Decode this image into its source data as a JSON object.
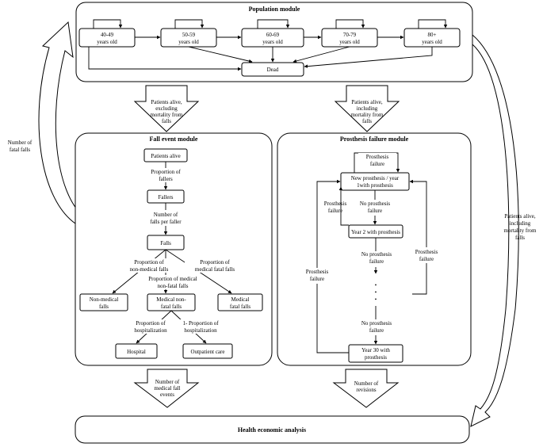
{
  "population": {
    "title": "Population module",
    "ages": [
      "40-49",
      "50-59",
      "60-69",
      "70-79",
      "80+"
    ],
    "age_suffix": "years old",
    "dead": "Dead"
  },
  "arrows": {
    "left_down": [
      "Patients alive,",
      "excluding",
      "mortality from",
      "falls"
    ],
    "right_down": [
      "Patients alive,",
      "including",
      "mortality from",
      "falls"
    ],
    "fatal_falls": [
      "Number of",
      "fatal falls"
    ],
    "right_side": [
      "Patients alive,",
      "including",
      "mortality from",
      "falls"
    ],
    "medical_events": [
      "Number of",
      "medical fall",
      "events"
    ],
    "revisions": [
      "Number of",
      "revisions"
    ]
  },
  "fall": {
    "title": "Fall event module",
    "patients_alive": "Patients alive",
    "prop_fallers": [
      "Proportion of",
      "fallers"
    ],
    "fallers": "Fallers",
    "falls_per_faller": [
      "Number of",
      "falls per faller"
    ],
    "falls": "Falls",
    "prop_non_medical": [
      "Proportion of",
      "non-medical falls"
    ],
    "prop_medical_non_fatal": [
      "Proportion of   medical",
      "non-fatal falls"
    ],
    "prop_medical_fatal": [
      "Proportion of",
      "medical fatal falls"
    ],
    "non_medical": [
      "Non-medical",
      "falls"
    ],
    "medical_non_fatal": [
      "Medical       non-",
      "fatal falls"
    ],
    "medical_fatal": [
      "Medical",
      "fatal falls"
    ],
    "prop_hosp": [
      "Proportion of",
      "hospitalization"
    ],
    "one_minus_hosp": [
      "1- Proportion of",
      "hospitalization"
    ],
    "hospital": "Hospital",
    "outpatient": "Outpatient care"
  },
  "prosthesis": {
    "title": "Prosthesis failure module",
    "failure_top": [
      "Prosthesis",
      "failure"
    ],
    "new_prosthesis": [
      "New prosthesis / year",
      "1with prosthesis"
    ],
    "failure_left": [
      "Prosthesis",
      "failure"
    ],
    "no_failure_1": [
      "No prosthesis",
      "failure"
    ],
    "year2": "Year 2 with prosthesis",
    "no_failure_2": [
      "No prosthesis",
      "failure"
    ],
    "failure_right": [
      "Prosthesis",
      "failure"
    ],
    "failure_far_left": [
      "Prosthesis",
      "failure"
    ],
    "dots": "•",
    "no_failure_3": [
      "No prosthesis",
      "failure"
    ],
    "year30": [
      "Year 30 with",
      "prosthesis"
    ]
  },
  "health": {
    "title": "Health economic analysis"
  }
}
